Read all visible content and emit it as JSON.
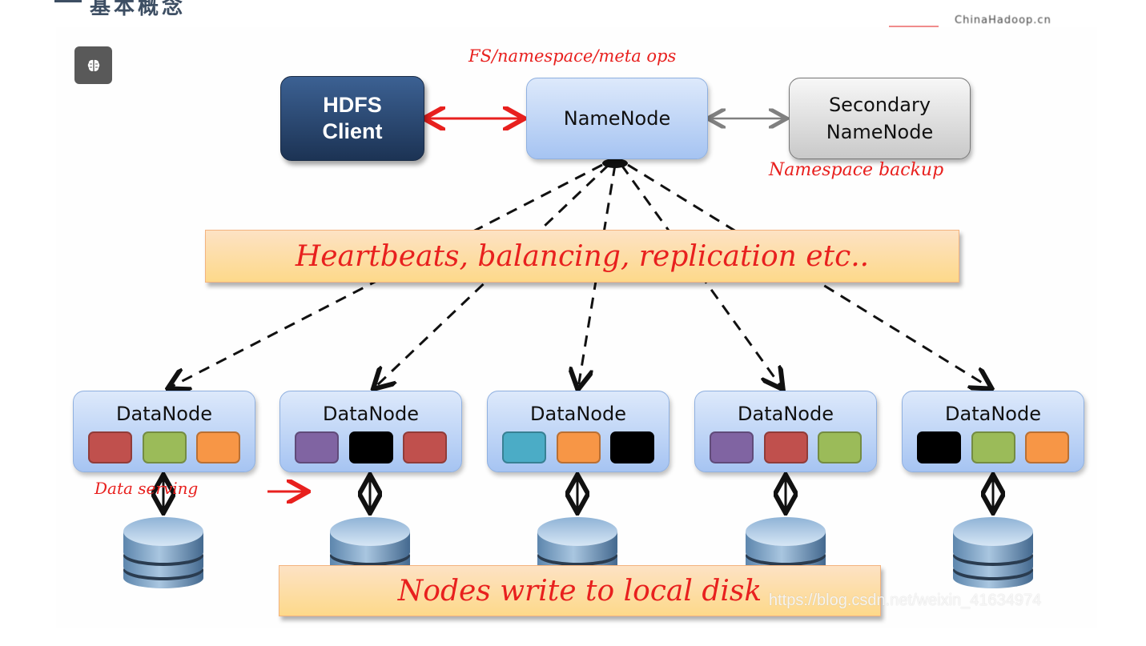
{
  "page": {
    "heading_fragment": "基本概念",
    "top_right_caption": "ChinaHadoop.cn"
  },
  "toolbar": {
    "brain_button_icon": "brain-icon"
  },
  "diagram": {
    "client": {
      "line1": "HDFS",
      "line2": "Client"
    },
    "namenode": {
      "label": "NameNode"
    },
    "secondary_namenode": {
      "line1": "Secondary",
      "line2": "NameNode"
    },
    "annotations": {
      "fs_ops": "FS/namespace/meta ops",
      "namespace_backup": "Namespace backup",
      "heartbeats": "Heartbeats, balancing, replication etc..",
      "data_serving": "Data serving",
      "local_disk": "Nodes write to local disk"
    },
    "connections": {
      "client_namenode": {
        "style": "double-arrow",
        "color": "#e8201e"
      },
      "namenode_secondary": {
        "style": "double-arrow",
        "color": "#808080"
      },
      "namenode_datanodes": {
        "style": "dashed-arrow",
        "color": "#111111"
      },
      "datanode_disk": {
        "style": "double-arrow",
        "color": "#111111"
      }
    },
    "datanodes": [
      {
        "label": "DataNode",
        "blocks": [
          "#c0504d",
          "#9bbb59",
          "#f79646"
        ]
      },
      {
        "label": "DataNode",
        "blocks": [
          "#8064a2",
          "#000000",
          "#c0504d"
        ]
      },
      {
        "label": "DataNode",
        "blocks": [
          "#4bacc6",
          "#f79646",
          "#000000"
        ]
      },
      {
        "label": "DataNode",
        "blocks": [
          "#8064a2",
          "#c0504d",
          "#9bbb59"
        ]
      },
      {
        "label": "DataNode",
        "blocks": [
          "#000000",
          "#9bbb59",
          "#f79646"
        ]
      }
    ],
    "disk_icon": "database-icon"
  },
  "watermark": "https://blog.csdn.net/weixin_41634974"
}
